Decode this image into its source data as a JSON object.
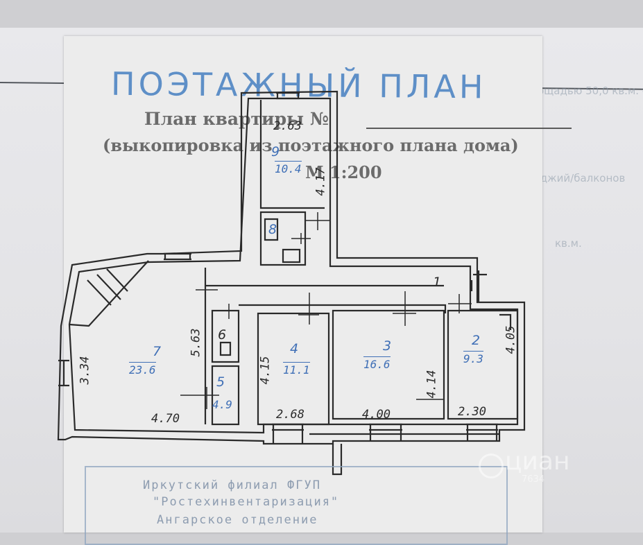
{
  "document": {
    "stamp_title": "ПОЭТАЖНЫЙ ПЛАН",
    "plan_title": "План квартиры №",
    "subtitle": "(выкопировка из поэтажного плана дома)",
    "scale": "М 1:200"
  },
  "rooms": [
    {
      "number": "1",
      "area": ""
    },
    {
      "number": "2",
      "area": "9.3"
    },
    {
      "number": "3",
      "area": "16.6"
    },
    {
      "number": "4",
      "area": "11.1"
    },
    {
      "number": "5",
      "area": "4.9"
    },
    {
      "number": "6",
      "area": ""
    },
    {
      "number": "7",
      "area": "23.6"
    },
    {
      "number": "8",
      "area": ""
    },
    {
      "number": "9",
      "area": "10.4"
    }
  ],
  "dimensions": {
    "d_263": "2.63",
    "d_417": "4.17",
    "d_563": "5.63",
    "d_334": "3.34",
    "d_470": "4.70",
    "d_415": "4.15",
    "d_268": "2.68",
    "d_400": "4.00",
    "d_414": "4.14",
    "d_405": "4.05",
    "d_230": "2.30"
  },
  "stamp": {
    "line1": "Иркутский филиал ФГУП",
    "line2": "\"Ростехинвентаризация\"",
    "line3": "Ангарское отделение"
  },
  "watermark": {
    "brand": "циан",
    "id": "7634"
  }
}
